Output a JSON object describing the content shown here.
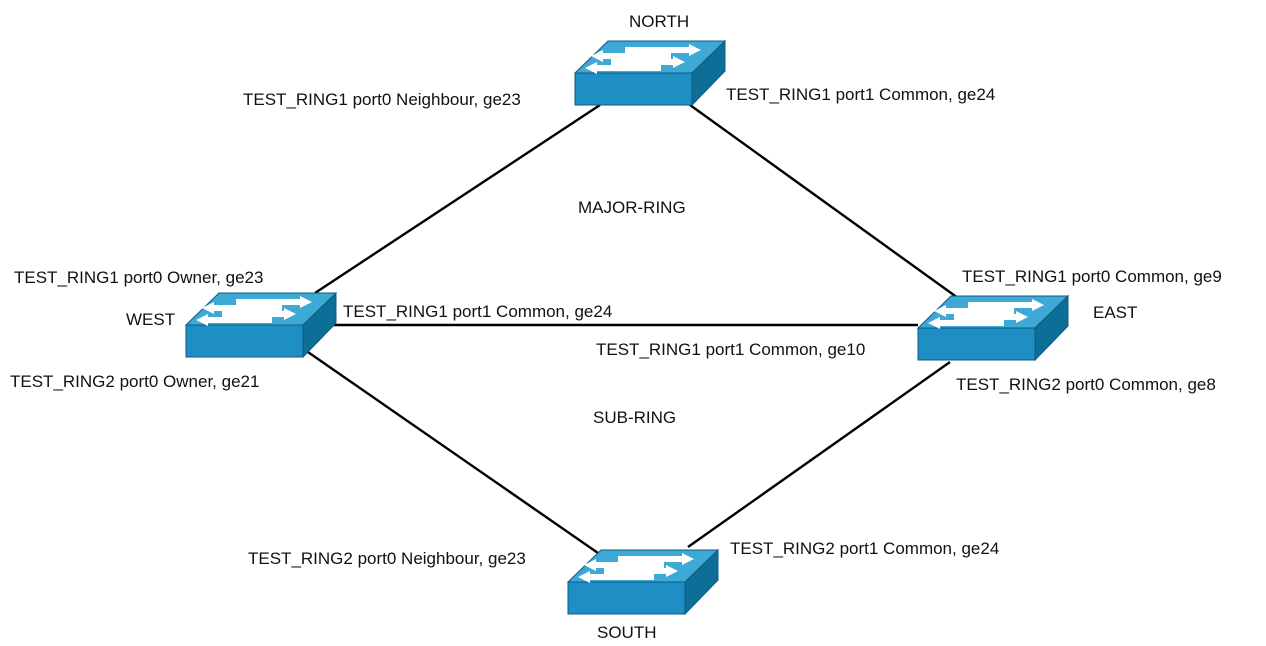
{
  "colors": {
    "switch_top": "#3fa9d6",
    "switch_front": "#1e8ec4",
    "switch_side": "#0d6f98",
    "switch_edge": "#0b5c80",
    "arrow": "#ffffff",
    "link": "#000000",
    "background": "#ffffff"
  },
  "switch_icon": "network-switch-icon",
  "rings": {
    "major": "MAJOR-RING",
    "sub": "SUB-RING"
  },
  "nodes": {
    "north": {
      "name": "NORTH"
    },
    "west": {
      "name": "WEST"
    },
    "east": {
      "name": "EAST"
    },
    "south": {
      "name": "SOUTH"
    }
  },
  "ports": {
    "north_p0": "TEST_RING1 port0 Neighbour, ge23",
    "north_p1": "TEST_RING1 port1 Common, ge24",
    "west_ring1_p0": "TEST_RING1 port0 Owner, ge23",
    "west_ring1_p1": "TEST_RING1 port1 Common, ge24",
    "west_ring2_p0": "TEST_RING2 port0 Owner, ge21",
    "east_ring1_p0": "TEST_RING1 port0 Common, ge9",
    "east_ring1_p1": "TEST_RING1 port1 Common, ge10",
    "east_ring2_p0": "TEST_RING2 port0 Common, ge8",
    "south_p0": "TEST_RING2 port0 Neighbour, ge23",
    "south_p1": "TEST_RING2 port1 Common, ge24"
  },
  "links": [
    {
      "from": "west",
      "to": "north",
      "ring": "major"
    },
    {
      "from": "north",
      "to": "east",
      "ring": "major"
    },
    {
      "from": "west",
      "to": "east",
      "ring": "major"
    },
    {
      "from": "west",
      "to": "south",
      "ring": "sub"
    },
    {
      "from": "south",
      "to": "east",
      "ring": "sub"
    }
  ]
}
